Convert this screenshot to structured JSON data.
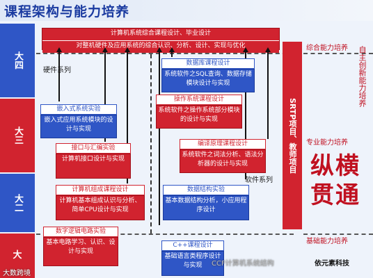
{
  "title": "课程架构与能力培养",
  "years": {
    "y4": "大四",
    "y3": "大三",
    "y2": "大二",
    "y1": "大"
  },
  "top": {
    "line1": "计算机系统综合课程设计、毕业设计",
    "line2": "对整机硬件及应用系统的综合认识、分析、设计、实现与优化"
  },
  "labels": {
    "hardware_series": "硬件系列",
    "software_series": "软件系列",
    "comprehensive": "综合能力培养",
    "professional": "专业能力培养",
    "basic": "基础能力培养",
    "self_innovation": "自主创新能力培养",
    "srtp": "SRTP项目、教师项目",
    "zongheng1": "纵横",
    "zongheng2": "贯通"
  },
  "hardware": [
    {
      "name": "嵌入式系统实验",
      "desc": "嵌入式应用系统模块的设计与实现"
    },
    {
      "name": "接口与汇编实验",
      "desc": "计算机接口设计与实现"
    },
    {
      "name": "计算机组成课程设计",
      "desc": "计算机基本组成认识与分析、简单CPU设计与实现"
    },
    {
      "name": "数字逻辑电路实验",
      "desc": "基本电路学习、认识、设计与实现"
    }
  ],
  "software": [
    {
      "name": "数据库课程设计",
      "desc": "系统软件之SQL查询、数据存储模块设计与实现"
    },
    {
      "name": "操作系统课程设计",
      "desc": "系统软件之操作系统部分模块的设计与实现"
    },
    {
      "name": "编译原理课程设计",
      "desc": "系统软件之词法分析、语法分析器的设计与实现"
    },
    {
      "name": "数据结构实验",
      "desc": "基本数据结构分析，小应用程序设计"
    },
    {
      "name": "C++课程设计",
      "desc": "基础语言类程序设计与实现"
    }
  ],
  "watermark": {
    "left": "大数跨境",
    "center": "CCF计算机系统结构",
    "right": "依元素科技"
  },
  "colors": {
    "red": "#d1232f",
    "blue": "#2f56c6"
  }
}
